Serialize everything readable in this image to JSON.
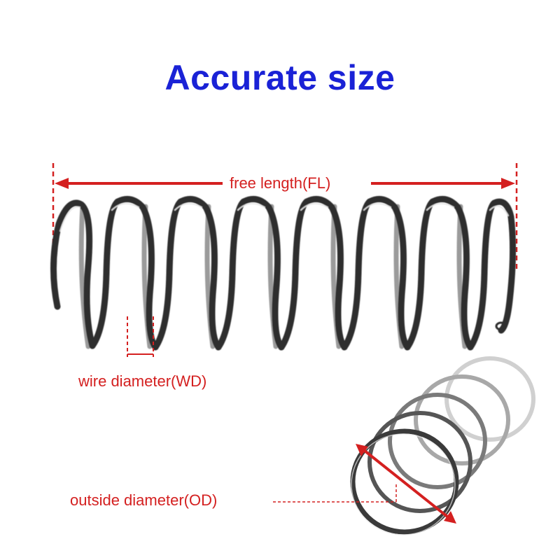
{
  "title": "Accurate size",
  "labels": {
    "free_length": "free length(FL)",
    "wire_diameter": "wire diameter(WD)",
    "outside_diameter": "outside  diameter(OD)"
  },
  "colors": {
    "title": "#1a22d6",
    "annotation": "#d42020",
    "spring_dark": "#3a3a3a",
    "spring_light": "#b8b8b8"
  }
}
